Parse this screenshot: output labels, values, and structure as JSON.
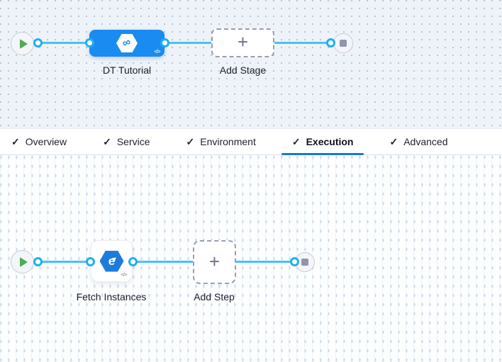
{
  "stage_canvas": {
    "start": {
      "icon": "play-icon"
    },
    "stage": {
      "label": "DT Tutorial",
      "icon": "infinity-hexagon-icon",
      "code_badge": "</>"
    },
    "add_stage": {
      "label": "Add Stage",
      "plus_glyph": "+"
    },
    "end": {
      "icon": "stop-icon"
    }
  },
  "tabs": {
    "check_glyph": "✓",
    "items": [
      {
        "label": "Overview",
        "checked": true,
        "active": false
      },
      {
        "label": "Service",
        "checked": true,
        "active": false
      },
      {
        "label": "Environment",
        "checked": true,
        "active": false
      },
      {
        "label": "Execution",
        "checked": true,
        "active": true
      },
      {
        "label": "Advanced",
        "checked": true,
        "active": false
      }
    ]
  },
  "execution_canvas": {
    "start": {
      "icon": "play-icon"
    },
    "step": {
      "label": "Fetch Instances",
      "icon": "fetch-instances-hexagon-icon",
      "glyph": "e",
      "code_badge": "</>"
    },
    "add_step": {
      "label": "Add Step",
      "plus_glyph": "+"
    },
    "end": {
      "icon": "stop-icon"
    }
  },
  "colors": {
    "stage_node_blue": "#1a8bf0",
    "step_icon_blue": "#1d7cdb",
    "connector_blue": "#47c3f4",
    "port_ring_blue": "#1fb0ee",
    "active_tab_underline": "#1878cf",
    "play_green": "#4bae52",
    "canvas_top_bg": "#eef3fa",
    "canvas_bottom_bg": "#fdfefe"
  }
}
